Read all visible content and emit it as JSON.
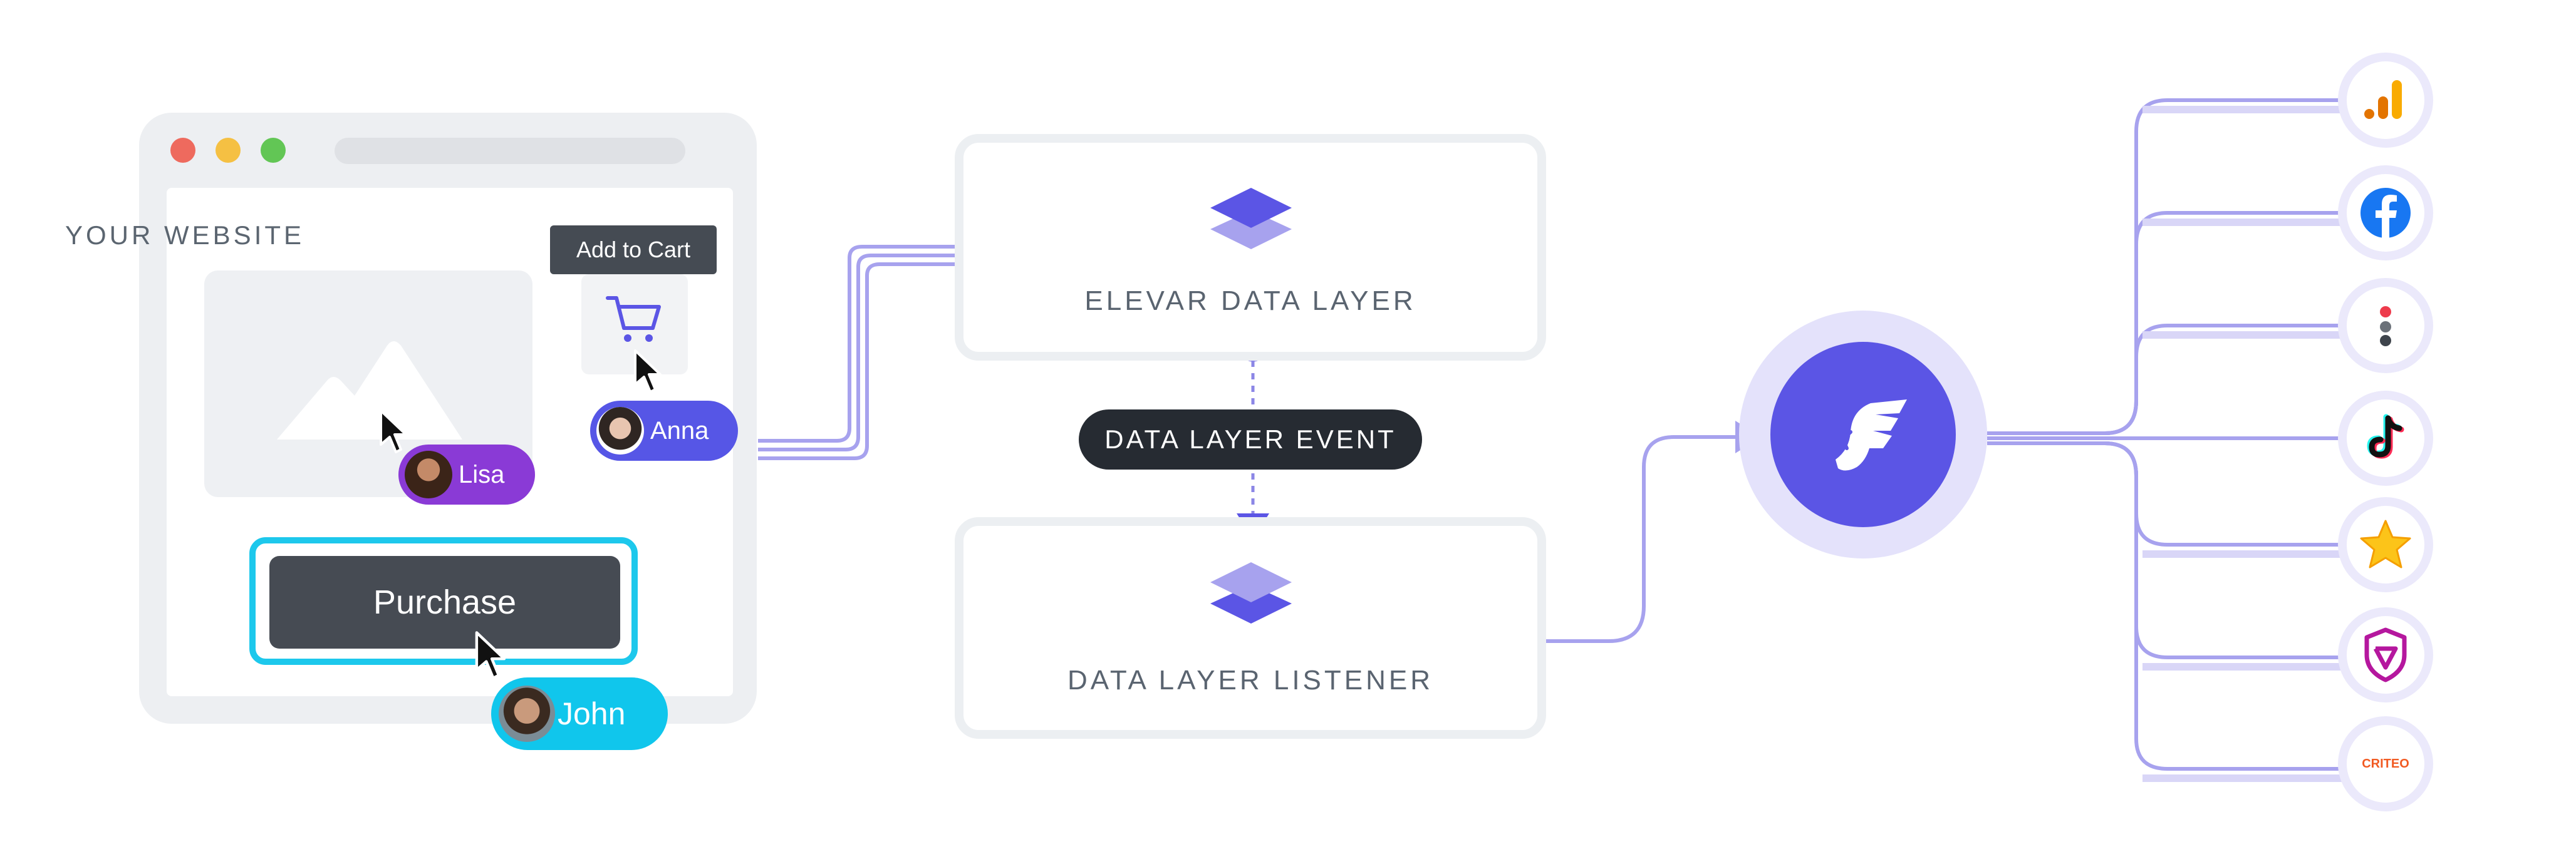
{
  "website": {
    "title": "YOUR WEBSITE",
    "tooltip": "Add to Cart",
    "purchase_label": "Purchase",
    "users": [
      "Lisa",
      "Anna",
      "John"
    ]
  },
  "data_layer": {
    "title": "ELEVAR DATA LAYER",
    "event_label": "DATA LAYER EVENT",
    "listener_title": "DATA LAYER LISTENER"
  },
  "destinations": {
    "icons": [
      "google-analytics-icon",
      "facebook-icon",
      "klaviyo-icon",
      "tiktok-icon",
      "star-icon",
      "shield-icon",
      "criteo-logo"
    ],
    "criteo_text": "CRITEO"
  },
  "colors": {
    "accent": "#5b55e5",
    "accent_light": "#a7a2ee",
    "highlight": "#1dc8ec",
    "dark": "#262b32"
  }
}
